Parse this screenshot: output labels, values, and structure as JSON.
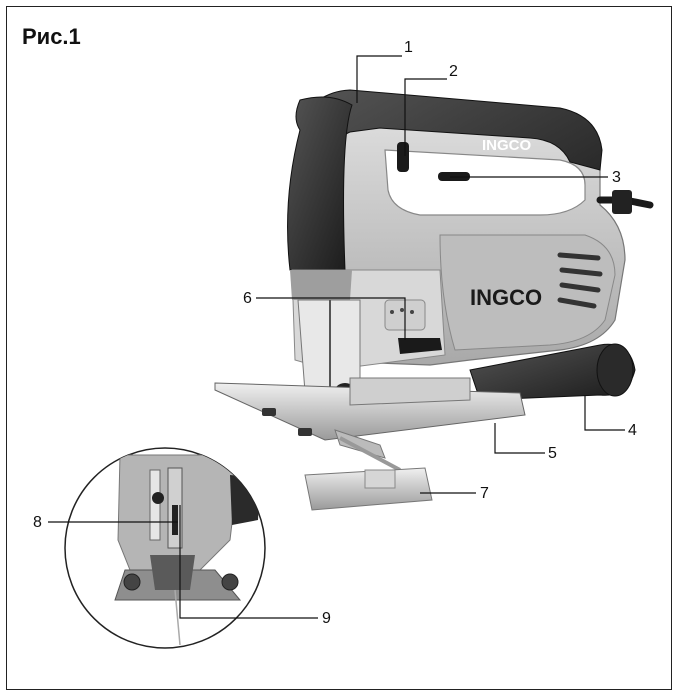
{
  "figure": {
    "title": "Рис.1",
    "brand": "INGCO"
  },
  "callouts": [
    {
      "label": "1"
    },
    {
      "label": "2"
    },
    {
      "label": "3"
    },
    {
      "label": "4"
    },
    {
      "label": "5"
    },
    {
      "label": "6"
    },
    {
      "label": "7"
    },
    {
      "label": "8"
    },
    {
      "label": "9"
    }
  ],
  "colors": {
    "body": "#c9c9c9",
    "dark": "#2a2a2a",
    "frame": "#222222"
  }
}
